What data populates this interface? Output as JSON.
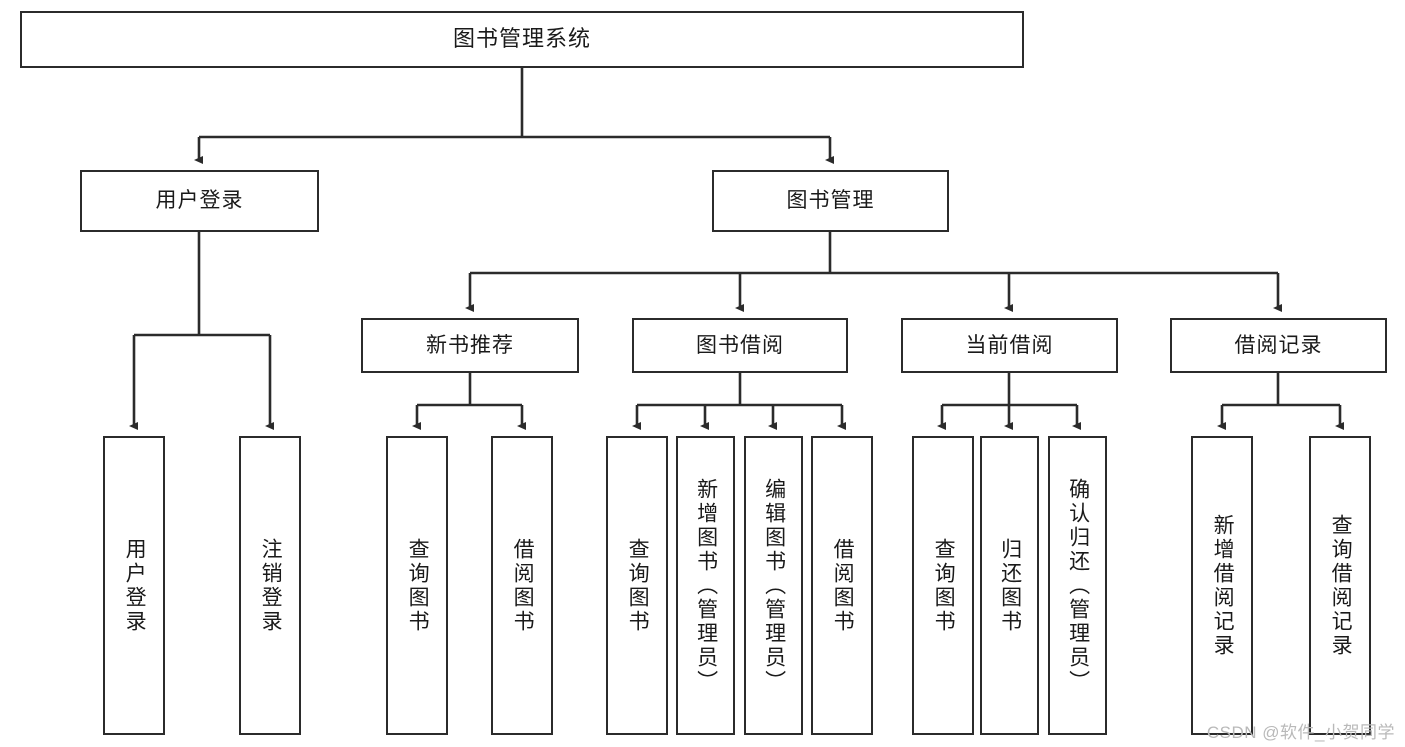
{
  "diagram": {
    "title": "图书管理系统",
    "watermark": "CSDN @软件_小贺同学",
    "stroke_color": "#2b2b2b",
    "fill_color": "#ffffff",
    "text_color": "#1a1a1a",
    "watermark_color": "#b9b9b9"
  },
  "nodes": {
    "root": {
      "label": "图书管理系统"
    },
    "level1": [
      {
        "label": "用户登录"
      },
      {
        "label": "图书管理"
      }
    ],
    "level2": [
      {
        "label": "新书推荐"
      },
      {
        "label": "图书借阅"
      },
      {
        "label": "当前借阅"
      },
      {
        "label": "借阅记录"
      }
    ],
    "leaves": {
      "user_login": [
        {
          "label": "用户登录"
        },
        {
          "label": "注销登录"
        }
      ],
      "new_book_recommend": [
        {
          "label": "查询图书"
        },
        {
          "label": "借阅图书"
        }
      ],
      "book_borrow": [
        {
          "label": "查询图书"
        },
        {
          "label": "新增图书（管理员）"
        },
        {
          "label": "编辑图书（管理员）"
        },
        {
          "label": "借阅图书"
        }
      ],
      "current_borrow": [
        {
          "label": "查询图书"
        },
        {
          "label": "归还图书"
        },
        {
          "label": "确认归还（管理员）"
        }
      ],
      "borrow_record": [
        {
          "label": "新增借阅记录"
        },
        {
          "label": "查询借阅记录"
        }
      ]
    }
  }
}
